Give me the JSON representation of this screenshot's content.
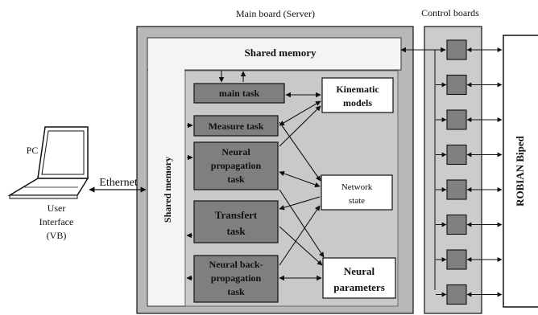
{
  "headers": {
    "main_board": "Main board (Server)",
    "control_boards": "Control boards"
  },
  "shared_memory_top": "Shared memory",
  "shared_memory_side": "Shared memory",
  "tasks": {
    "main": "main task",
    "measure": "Measure task",
    "neural_prop": [
      "Neural",
      "propagation",
      "task"
    ],
    "transfert": [
      "Transfert",
      "task"
    ],
    "backprop": [
      "Neural back-",
      "propagation",
      "task"
    ]
  },
  "models": {
    "kinematic": [
      "Kinematic",
      "models"
    ],
    "network": [
      "Network",
      "state"
    ],
    "params": [
      "Neural",
      "parameters"
    ]
  },
  "pc": {
    "label": "PC",
    "ethernet": "Ethernet",
    "ui": [
      "User",
      "Interface",
      "(VB)"
    ]
  },
  "robot": "ROBIAN Biped",
  "colors": {
    "main_board_bg": "#b8b8b8",
    "panel_bg": "#c9c9c9",
    "task_fill": "#7f7f7f",
    "shared_memory_fill": "#f4f4f4",
    "control_chip": "#808080"
  },
  "control_board_count": 8
}
